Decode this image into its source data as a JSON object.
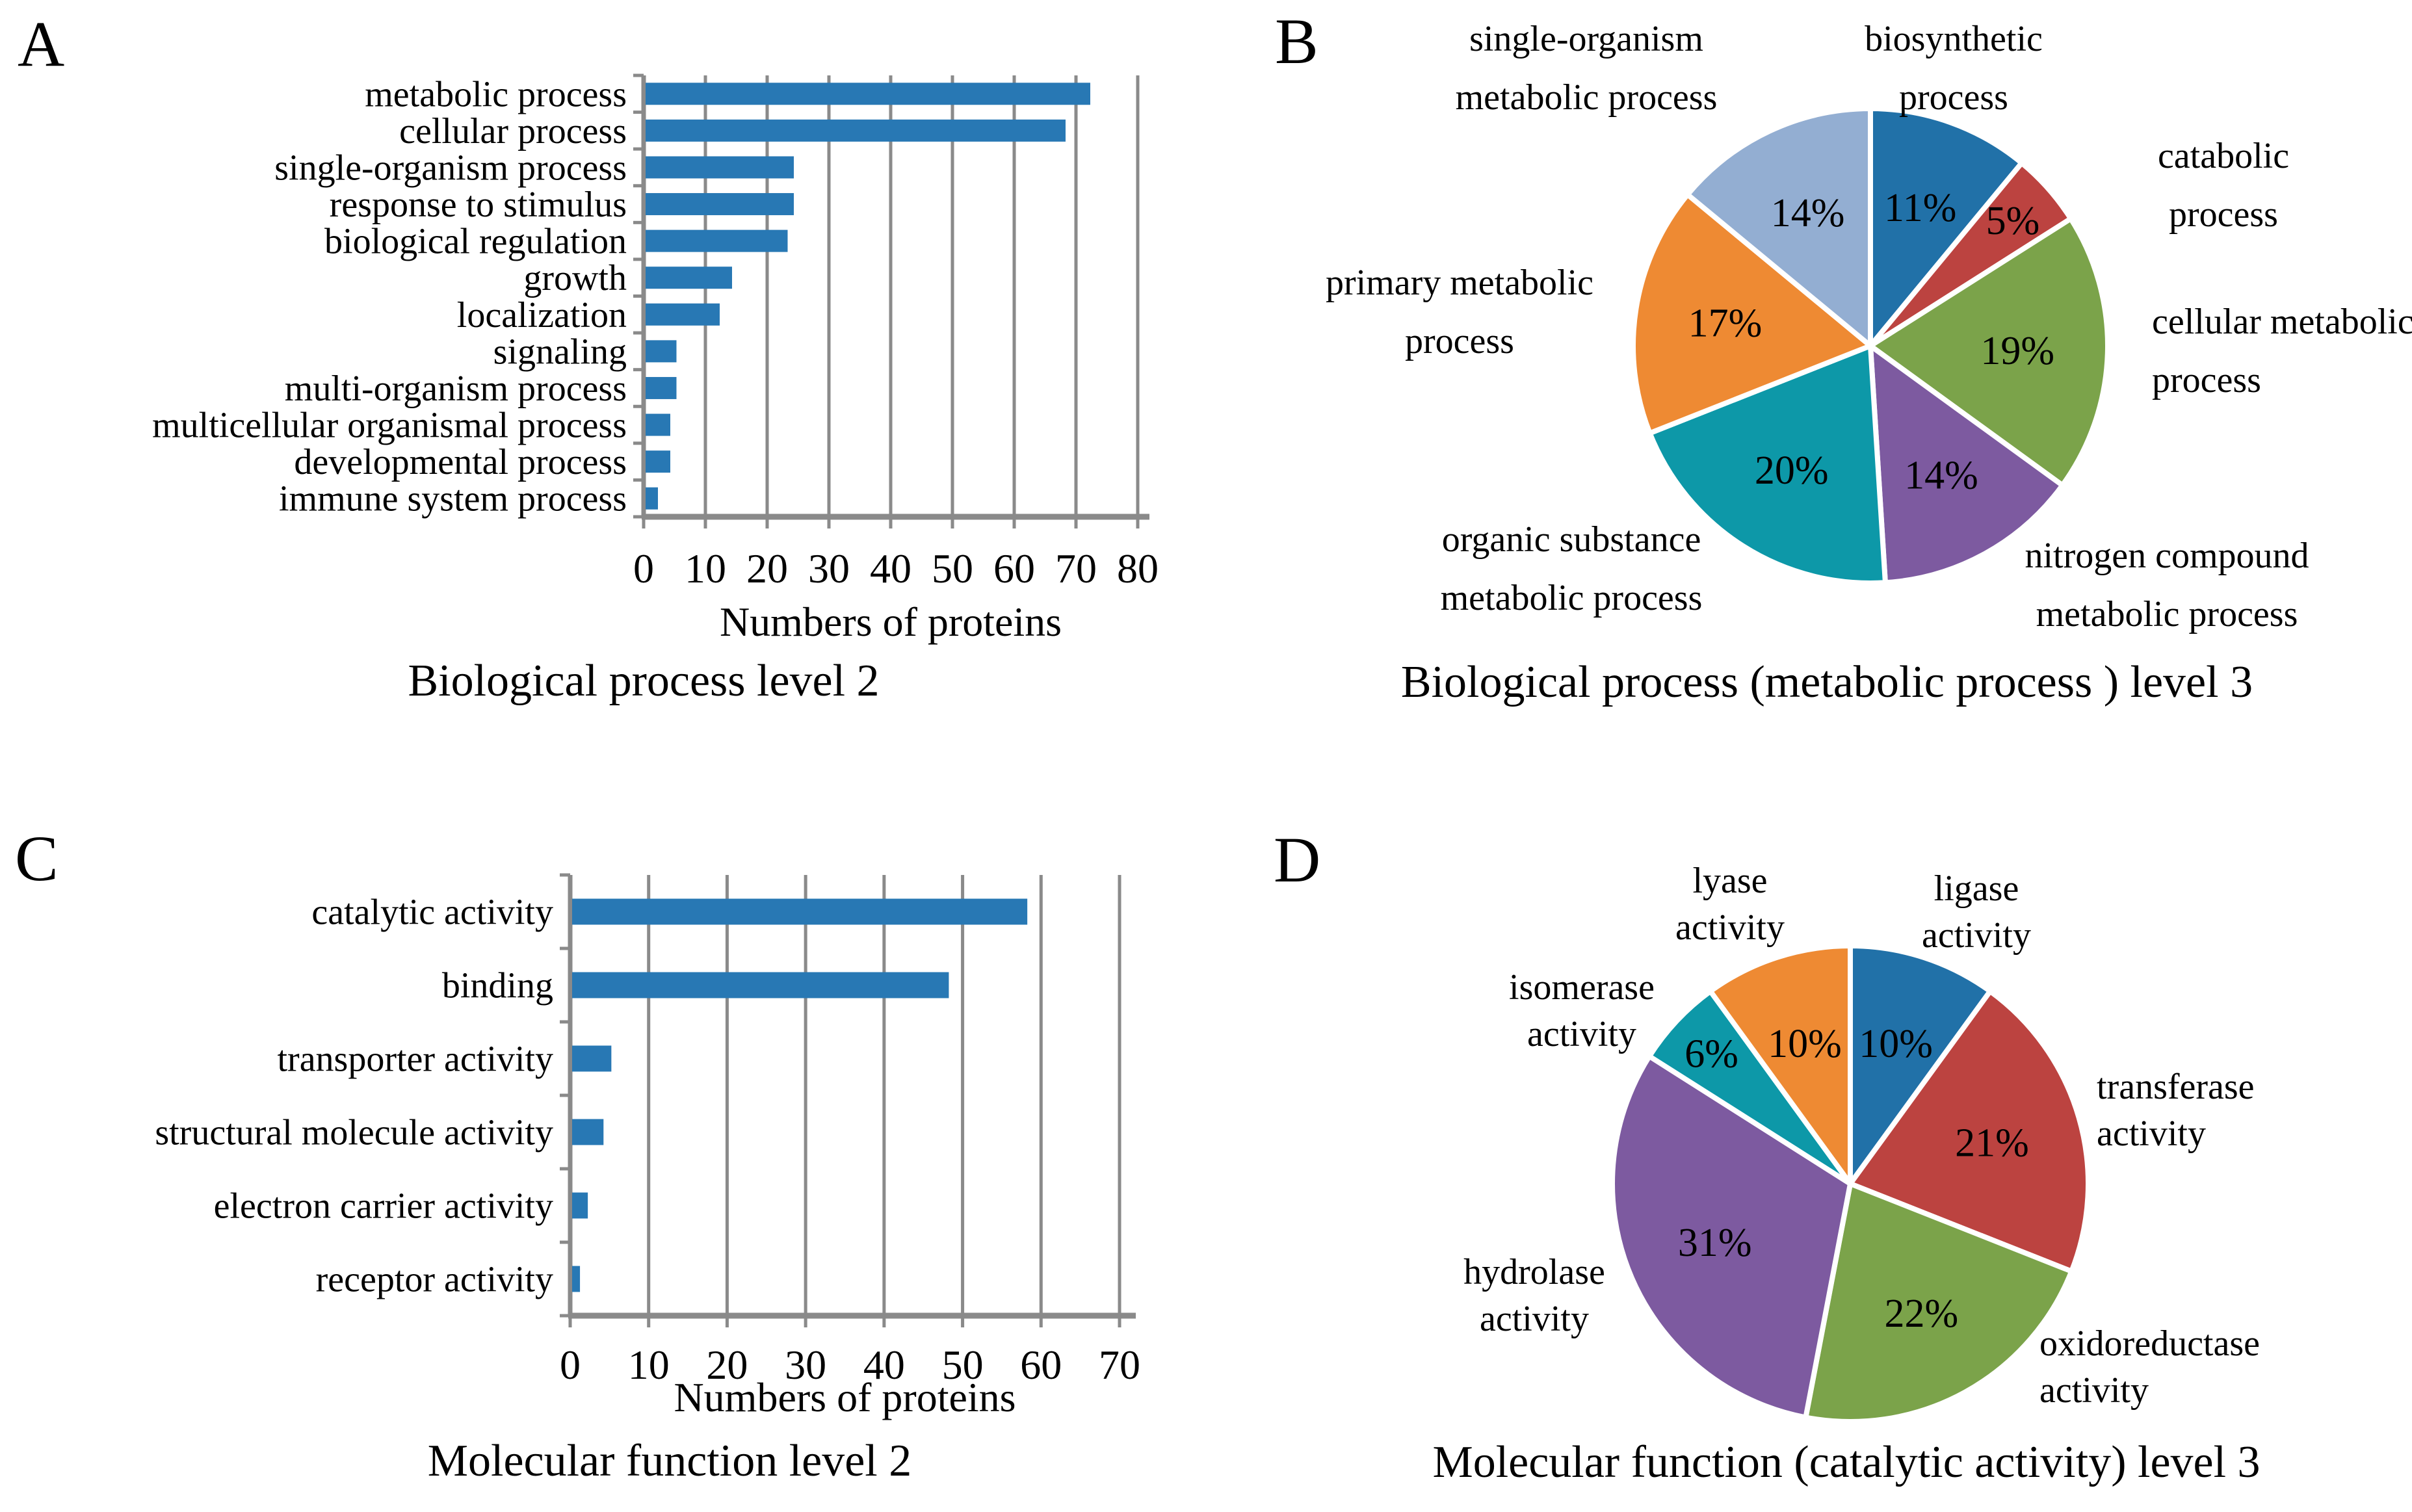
{
  "panels": {
    "a": {
      "letter": "A",
      "caption": "Biological process level 2"
    },
    "b": {
      "letter": "B",
      "caption": "Biological process (metabolic process ) level 3"
    },
    "c": {
      "letter": "C",
      "caption": "Molecular function level 2"
    },
    "d": {
      "letter": "D",
      "caption": "Molecular function (catalytic activity) level 3"
    }
  },
  "colors": {
    "bar_blue": "#2878B4",
    "grid_gray": "#8A8A8A",
    "pie_blue": "#2171A8",
    "pie_red": "#BC4340",
    "pie_green": "#7BA34A",
    "pie_purple": "#7D5AA0",
    "pie_teal": "#0D98A8",
    "pie_orange": "#EE8A33",
    "pie_light_blue": "#93AED2",
    "slice_border": "#FFFFFF"
  },
  "chart_data": [
    {
      "id": "a",
      "type": "bar",
      "orientation": "horizontal",
      "title": "Biological process level 2",
      "xlabel": "Numbers of proteins",
      "ylabel": "",
      "xlim": [
        0,
        80
      ],
      "xticks": [
        0,
        10,
        20,
        30,
        40,
        50,
        60,
        70,
        80
      ],
      "grid": true,
      "legend": "none",
      "bar_color": "#2878B4",
      "categories": [
        "metabolic process",
        "cellular process",
        "single-organism process",
        "response to stimulus",
        "biological regulation",
        "growth",
        "localization",
        "signaling",
        "multi-organism process",
        "multicellular organismal process",
        "developmental process",
        "immune system process"
      ],
      "values": [
        72,
        68,
        24,
        24,
        23,
        14,
        12,
        5,
        5,
        4,
        4,
        2
      ]
    },
    {
      "id": "b",
      "type": "pie",
      "title": "Biological process (metabolic process ) level 3",
      "start_angle_deg": 0,
      "direction": "clockwise",
      "slices": [
        {
          "name": "biosynthetic process",
          "label_lines": [
            "biosynthetic",
            "process"
          ],
          "value": 11,
          "pct_label": "11%",
          "color": "#2171A8"
        },
        {
          "name": "catabolic process",
          "label_lines": [
            "catabolic",
            "process"
          ],
          "value": 5,
          "pct_label": "5%",
          "color": "#BC4340"
        },
        {
          "name": "cellular metabolic process",
          "label_lines": [
            "cellular metabolic",
            "process"
          ],
          "value": 19,
          "pct_label": "19%",
          "color": "#7BA34A"
        },
        {
          "name": "nitrogen compound metabolic process",
          "label_lines": [
            "nitrogen compound",
            "metabolic process"
          ],
          "value": 14,
          "pct_label": "14%",
          "color": "#7D5AA0"
        },
        {
          "name": "organic substance metabolic process",
          "label_lines": [
            "organic substance",
            "metabolic process"
          ],
          "value": 20,
          "pct_label": "20%",
          "color": "#0D98A8"
        },
        {
          "name": "primary metabolic process",
          "label_lines": [
            "primary metabolic",
            "process"
          ],
          "value": 17,
          "pct_label": "17%",
          "color": "#EE8A33"
        },
        {
          "name": "single-organism metabolic process",
          "label_lines": [
            "single-organism",
            "metabolic process"
          ],
          "value": 14,
          "pct_label": "14%",
          "color": "#93AED2"
        }
      ]
    },
    {
      "id": "c",
      "type": "bar",
      "orientation": "horizontal",
      "title": "Molecular function level 2",
      "xlabel": "Numbers of proteins",
      "ylabel": "",
      "xlim": [
        0,
        70
      ],
      "xticks": [
        0,
        10,
        20,
        30,
        40,
        50,
        60,
        70
      ],
      "grid": true,
      "legend": "none",
      "bar_color": "#2878B4",
      "categories": [
        "catalytic activity",
        "binding",
        "transporter activity",
        "structural molecule activity",
        "electron carrier activity",
        "receptor activity"
      ],
      "values": [
        58,
        48,
        5,
        4,
        2,
        1
      ]
    },
    {
      "id": "d",
      "type": "pie",
      "title": "Molecular function (catalytic activity) level 3",
      "start_angle_deg": 0,
      "direction": "clockwise",
      "slices": [
        {
          "name": "ligase activity",
          "label_lines": [
            "ligase",
            "activity"
          ],
          "value": 10,
          "pct_label": "10%",
          "color": "#2171A8"
        },
        {
          "name": "transferase activity",
          "label_lines": [
            "transferase",
            "activity"
          ],
          "value": 21,
          "pct_label": "21%",
          "color": "#BC4340"
        },
        {
          "name": "oxidoreductase activity",
          "label_lines": [
            "oxidoreductase",
            "activity"
          ],
          "value": 22,
          "pct_label": "22%",
          "color": "#7BA34A"
        },
        {
          "name": "hydrolase activity",
          "label_lines": [
            "hydrolase",
            "activity"
          ],
          "value": 31,
          "pct_label": "31%",
          "color": "#7D5AA0"
        },
        {
          "name": "isomerase activity",
          "label_lines": [
            "isomerase",
            "activity"
          ],
          "value": 6,
          "pct_label": "6%",
          "color": "#0D98A8"
        },
        {
          "name": "lyase activity",
          "label_lines": [
            "lyase",
            "activity"
          ],
          "value": 10,
          "pct_label": "10%",
          "color": "#EE8A33"
        }
      ]
    }
  ]
}
